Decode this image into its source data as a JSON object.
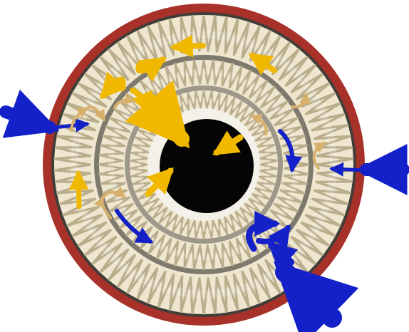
{
  "diagram": {
    "background": "#ffffff",
    "colors": {
      "outer_rim": "#a8322a",
      "pleat_fill": "#eee6cf",
      "pleat_line": "#b9ad8c",
      "support_mesh": "#6d6a60",
      "center_tube": "#f4f1ea",
      "center_hole": "#050505",
      "inlet_arrow": "#1421c8",
      "inner_flow_arrow": "#f1b800",
      "transition_flow": "#d7b06c"
    },
    "layers": [
      {
        "name": "outer-rim"
      },
      {
        "name": "outer-pleat-ring"
      },
      {
        "name": "middle-pleat-ring"
      },
      {
        "name": "inner-pleat-ring"
      },
      {
        "name": "center-tube"
      }
    ],
    "icons": [
      "blue-inlet-arrow-icon",
      "yellow-flow-arrow-icon",
      "tan-flow-arrow-icon"
    ]
  }
}
